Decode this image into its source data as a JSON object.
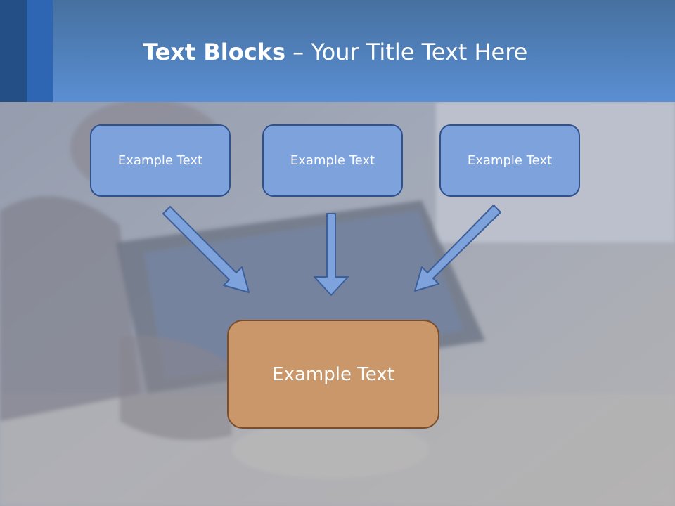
{
  "slide": {
    "title_bold": "Text Blocks",
    "title_dash": " – ",
    "title_rest": "Your Title Text Here"
  },
  "blocks": {
    "top": [
      "Example Text",
      "Example Text",
      "Example Text"
    ],
    "bottom": "Example Text"
  },
  "colors": {
    "header": "#5a8fd3",
    "top_box_fill": "#7ea3dc",
    "top_box_border": "#2f528f",
    "bottom_box_fill": "#c9976a",
    "bottom_box_border": "#7a4e2d",
    "arrow_fill": "#7ea3dc",
    "arrow_border": "#3d5f99"
  }
}
